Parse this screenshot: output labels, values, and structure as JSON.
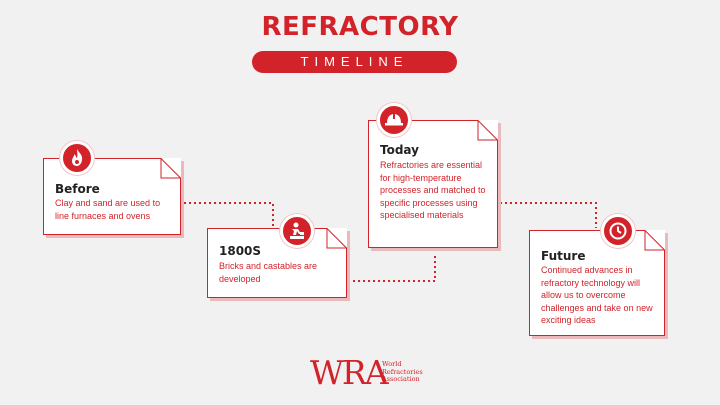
{
  "title": "REFRACTORY",
  "subtitle": "TIMELINE",
  "steps": [
    {
      "heading": "Before",
      "text": "Clay and sand are used to line furnaces and ovens",
      "icon": "fire-icon"
    },
    {
      "heading": "1800S",
      "text": "Bricks and castables are developed",
      "icon": "bricklayer-icon"
    },
    {
      "heading": "Today",
      "text": "Refractories are essential for high-temperature processes and matched to specific processes using specialised materials",
      "icon": "hard-hat-icon"
    },
    {
      "heading": "Future",
      "text": "Continued advances in refractory technology will allow us to overcome challenges and take on new exciting ideas",
      "icon": "clock-icon"
    }
  ],
  "logo": {
    "mark": "WRA",
    "line1": "World",
    "line2": "Refractories",
    "line3": "Association"
  },
  "colors": {
    "accent": "#d2232a",
    "background": "#f1f1f1"
  }
}
